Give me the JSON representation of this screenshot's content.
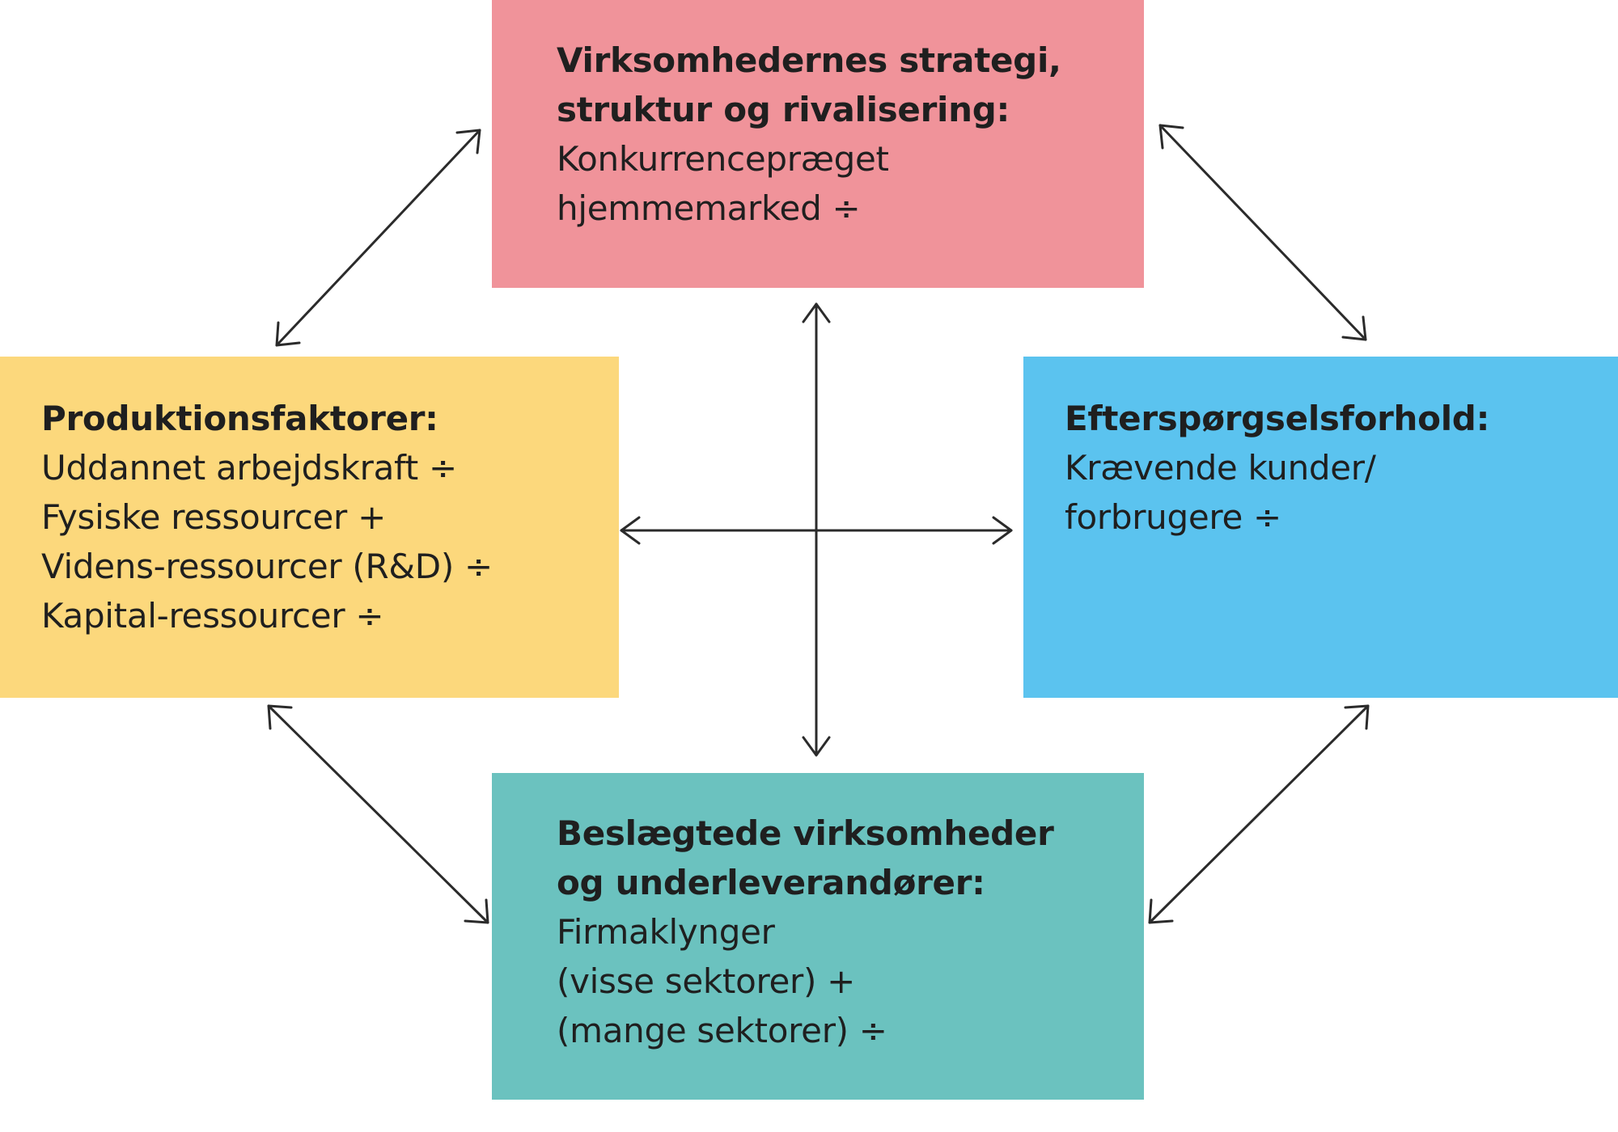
{
  "boxes": {
    "top": {
      "title_lines": [
        "Virksomhedernes strategi,",
        "struktur og rivalisering:"
      ],
      "lines": [
        "Konkurrencepræget",
        "hjemmemarked ÷"
      ],
      "color": "#f0939a"
    },
    "left": {
      "title_lines": [
        "Produktionsfaktorer:"
      ],
      "lines": [
        "Uddannet arbejdskraft ÷",
        "Fysiske ressourcer +",
        "Videns-ressourcer (R&D) ÷",
        "Kapital-ressourcer ÷"
      ],
      "color": "#fcd87c"
    },
    "right": {
      "title_lines": [
        "Efterspørgselsforhold:"
      ],
      "lines": [
        "Krævende kunder/",
        "forbrugere ÷"
      ],
      "color": "#5bc3ef"
    },
    "bottom": {
      "title_lines": [
        "Beslægtede virksomheder",
        "og underleverandører:"
      ],
      "lines": [
        "Firmaklynger",
        "(visse sektorer) +",
        "(mange sektorer) ÷"
      ],
      "color": "#6bc2bf"
    }
  }
}
